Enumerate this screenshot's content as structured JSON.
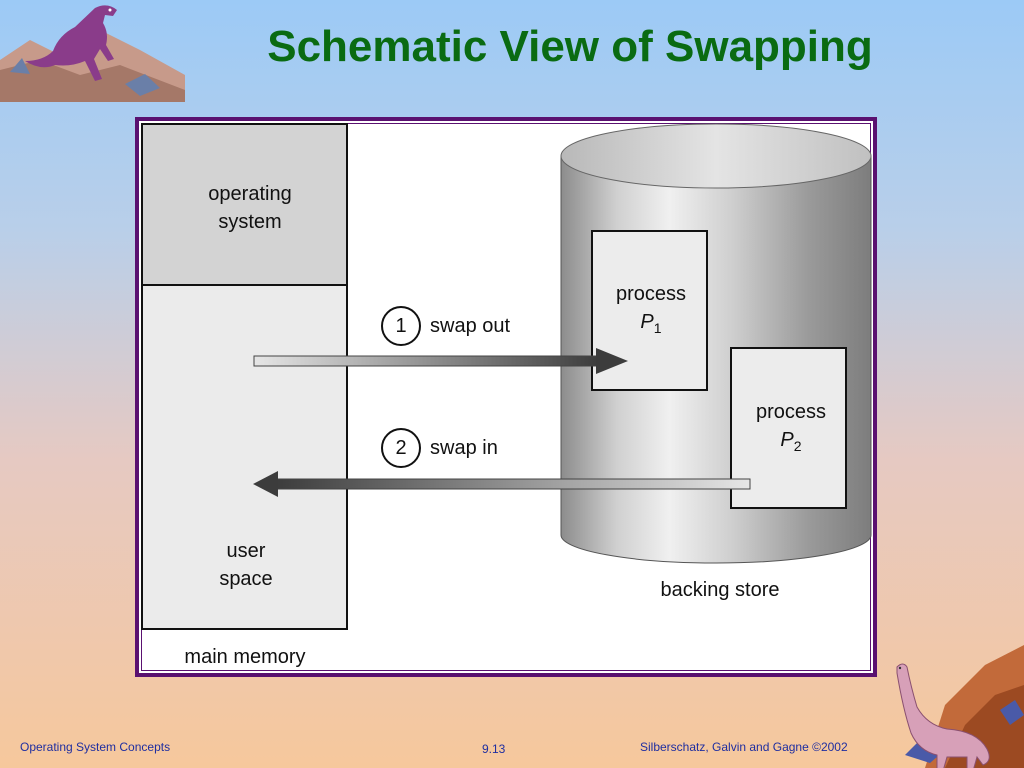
{
  "slide": {
    "title": "Schematic View of Swapping",
    "footer_left": "Operating System Concepts",
    "footer_center": "9.13",
    "footer_right": "Silberschatz, Galvin and  Gagne ©2002"
  },
  "diagram": {
    "os_label_line1": "operating",
    "os_label_line2": "system",
    "user_label_line1": "user",
    "user_label_line2": "space",
    "main_memory_label": "main memory",
    "backing_store_label": "backing store",
    "step1_number": "1",
    "step1_label": "swap out",
    "step2_number": "2",
    "step2_label": "swap in",
    "p1_word": "process",
    "p1_letter": "P",
    "p1_sub": "1",
    "p2_word": "process",
    "p2_letter": "P",
    "p2_sub": "2"
  },
  "colors": {
    "title": "#0a6b12",
    "frame": "#5a1170",
    "footer": "#1f2ea0"
  }
}
